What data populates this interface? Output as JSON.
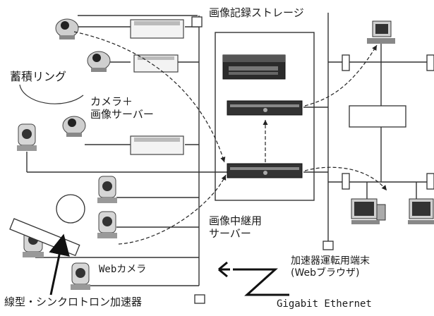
{
  "labels": {
    "storage": "画像記録ストレージ",
    "ring": "蓄積リング",
    "camera_server": "カメラ＋\n画像サーバー",
    "relay_server": "画像中継用\nサーバー",
    "terminal": "加速器運転用端末\n(Webブラウザ)",
    "web_camera": "Webカメラ",
    "linac": "線型・シンクロトロン加速器",
    "ethernet": "Gigabit Ethernet"
  }
}
